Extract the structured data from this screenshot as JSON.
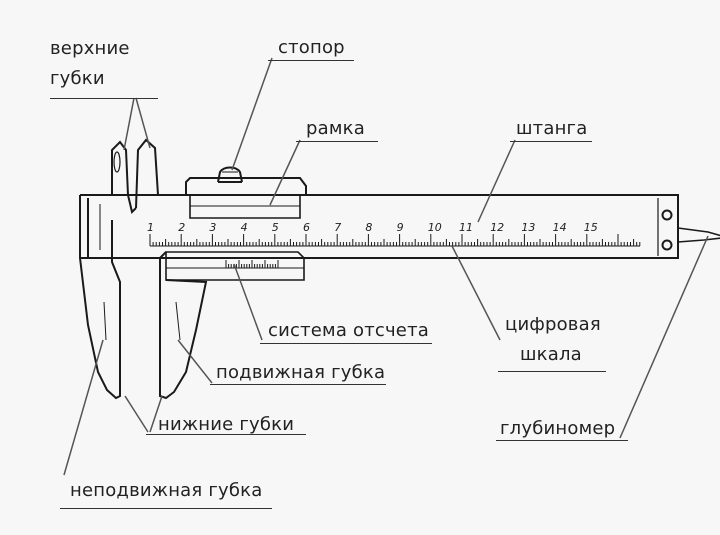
{
  "labels": {
    "upper_jaws": [
      "верхние",
      "губки"
    ],
    "stopper": "стопор",
    "frame": "рамка",
    "bar": "штанга",
    "reading_system": "система отсчета",
    "digital_scale": [
      "цифровая",
      "шкала"
    ],
    "movable_jaw": "подвижная губка",
    "lower_jaws": "нижние губки",
    "depth_gauge": "глубиномер",
    "fixed_jaw": "неподвижная губка"
  },
  "scale_numbers": [
    "1",
    "2",
    "3",
    "4",
    "5",
    "6",
    "7",
    "8",
    "9",
    "10",
    "11",
    "12",
    "13",
    "14",
    "15"
  ],
  "colors": {
    "background": "#f7f7f7",
    "line": "#1a1a1a",
    "leader": "#555555",
    "text": "#222222"
  }
}
